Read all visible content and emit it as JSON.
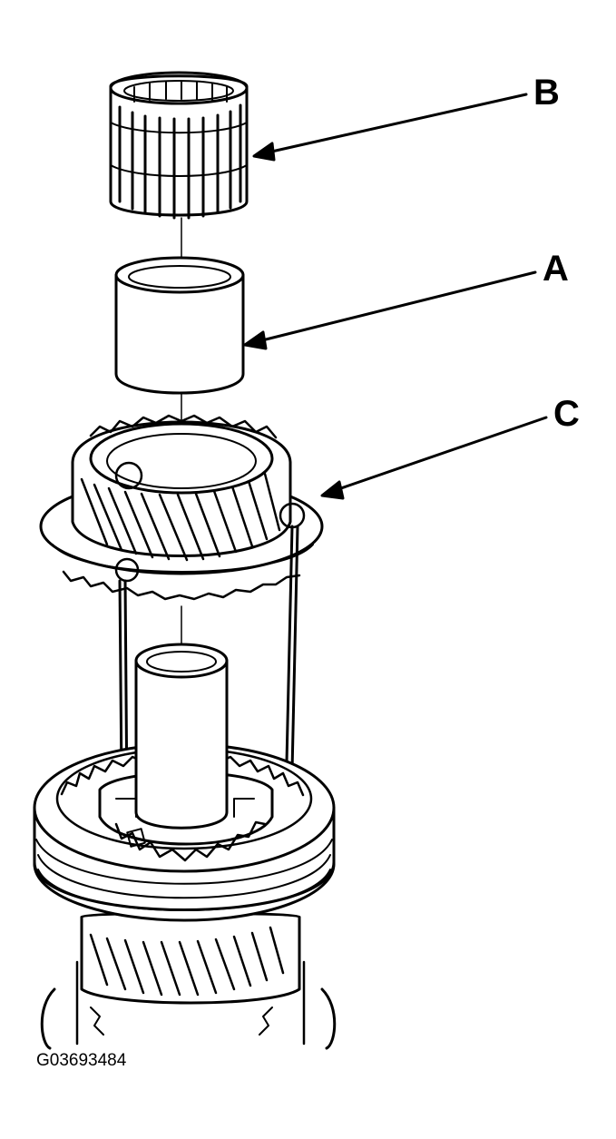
{
  "figure": {
    "id": "G03693484",
    "callouts": {
      "a": "A",
      "b": "B",
      "c": "C"
    }
  },
  "colors": {
    "line": "#000000",
    "background": "#ffffff"
  }
}
